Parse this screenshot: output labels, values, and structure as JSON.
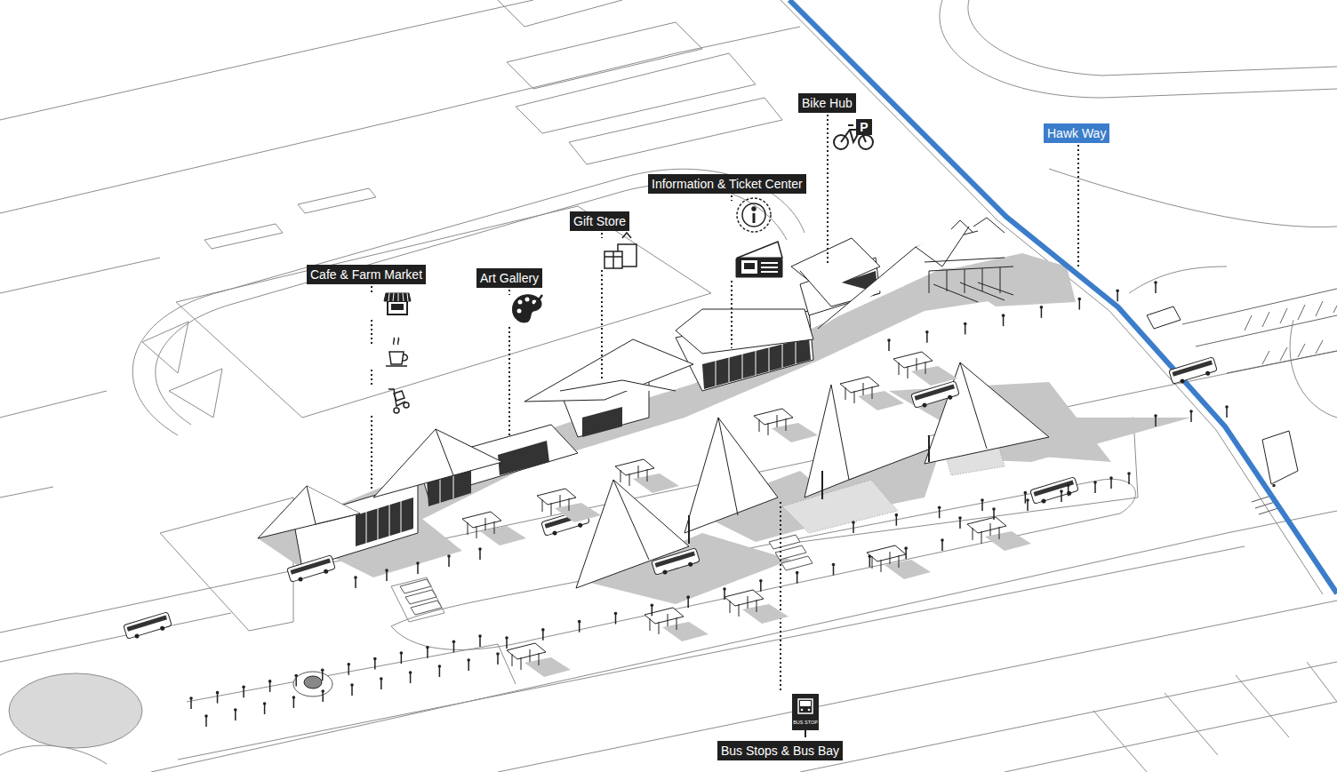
{
  "diagram": {
    "nodes": [
      {
        "text": [
          "Cafe & Farm Market"
        ]
      },
      {
        "text": [
          "Art Gallery"
        ]
      },
      {
        "text": [
          "Gift Store"
        ]
      },
      {
        "text": [
          "Information & Ticket Center"
        ]
      },
      {
        "text": [
          "Bike Hub"
        ]
      },
      {
        "text": [
          "Hawk Way"
        ]
      },
      {
        "text": [
          "Bus Stops & Bus Bay"
        ]
      }
    ],
    "labels": [
      "P",
      "BUS STOP"
    ]
  }
}
